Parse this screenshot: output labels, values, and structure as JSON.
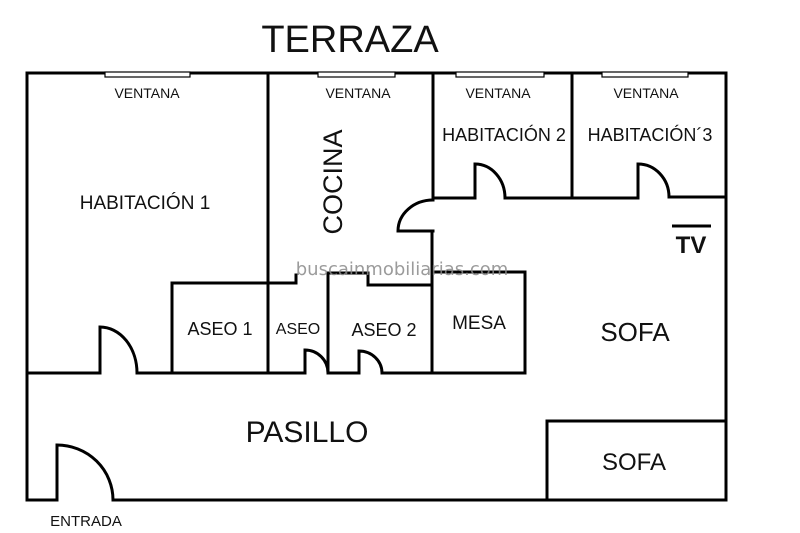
{
  "title": "TERRAZA",
  "windows": [
    "VENTANA",
    "VENTANA",
    "VENTANA",
    "VENTANA"
  ],
  "rooms": {
    "habitacion1": "HABITACIÓN 1",
    "cocina": "COCINA",
    "habitacion2": "HABITACIÓN 2",
    "habitacion3": "HABITACIÓN´3",
    "tv": "TV",
    "aseo1": "ASEO 1",
    "aseo": "ASEO",
    "aseo2": "ASEO 2",
    "mesa": "MESA",
    "sofa_salon": "SOFA",
    "pasillo": "PASILLO",
    "sofa_box": "SOFA",
    "entrada": "ENTRADA"
  },
  "watermark": "buscainmobiliarias.com"
}
